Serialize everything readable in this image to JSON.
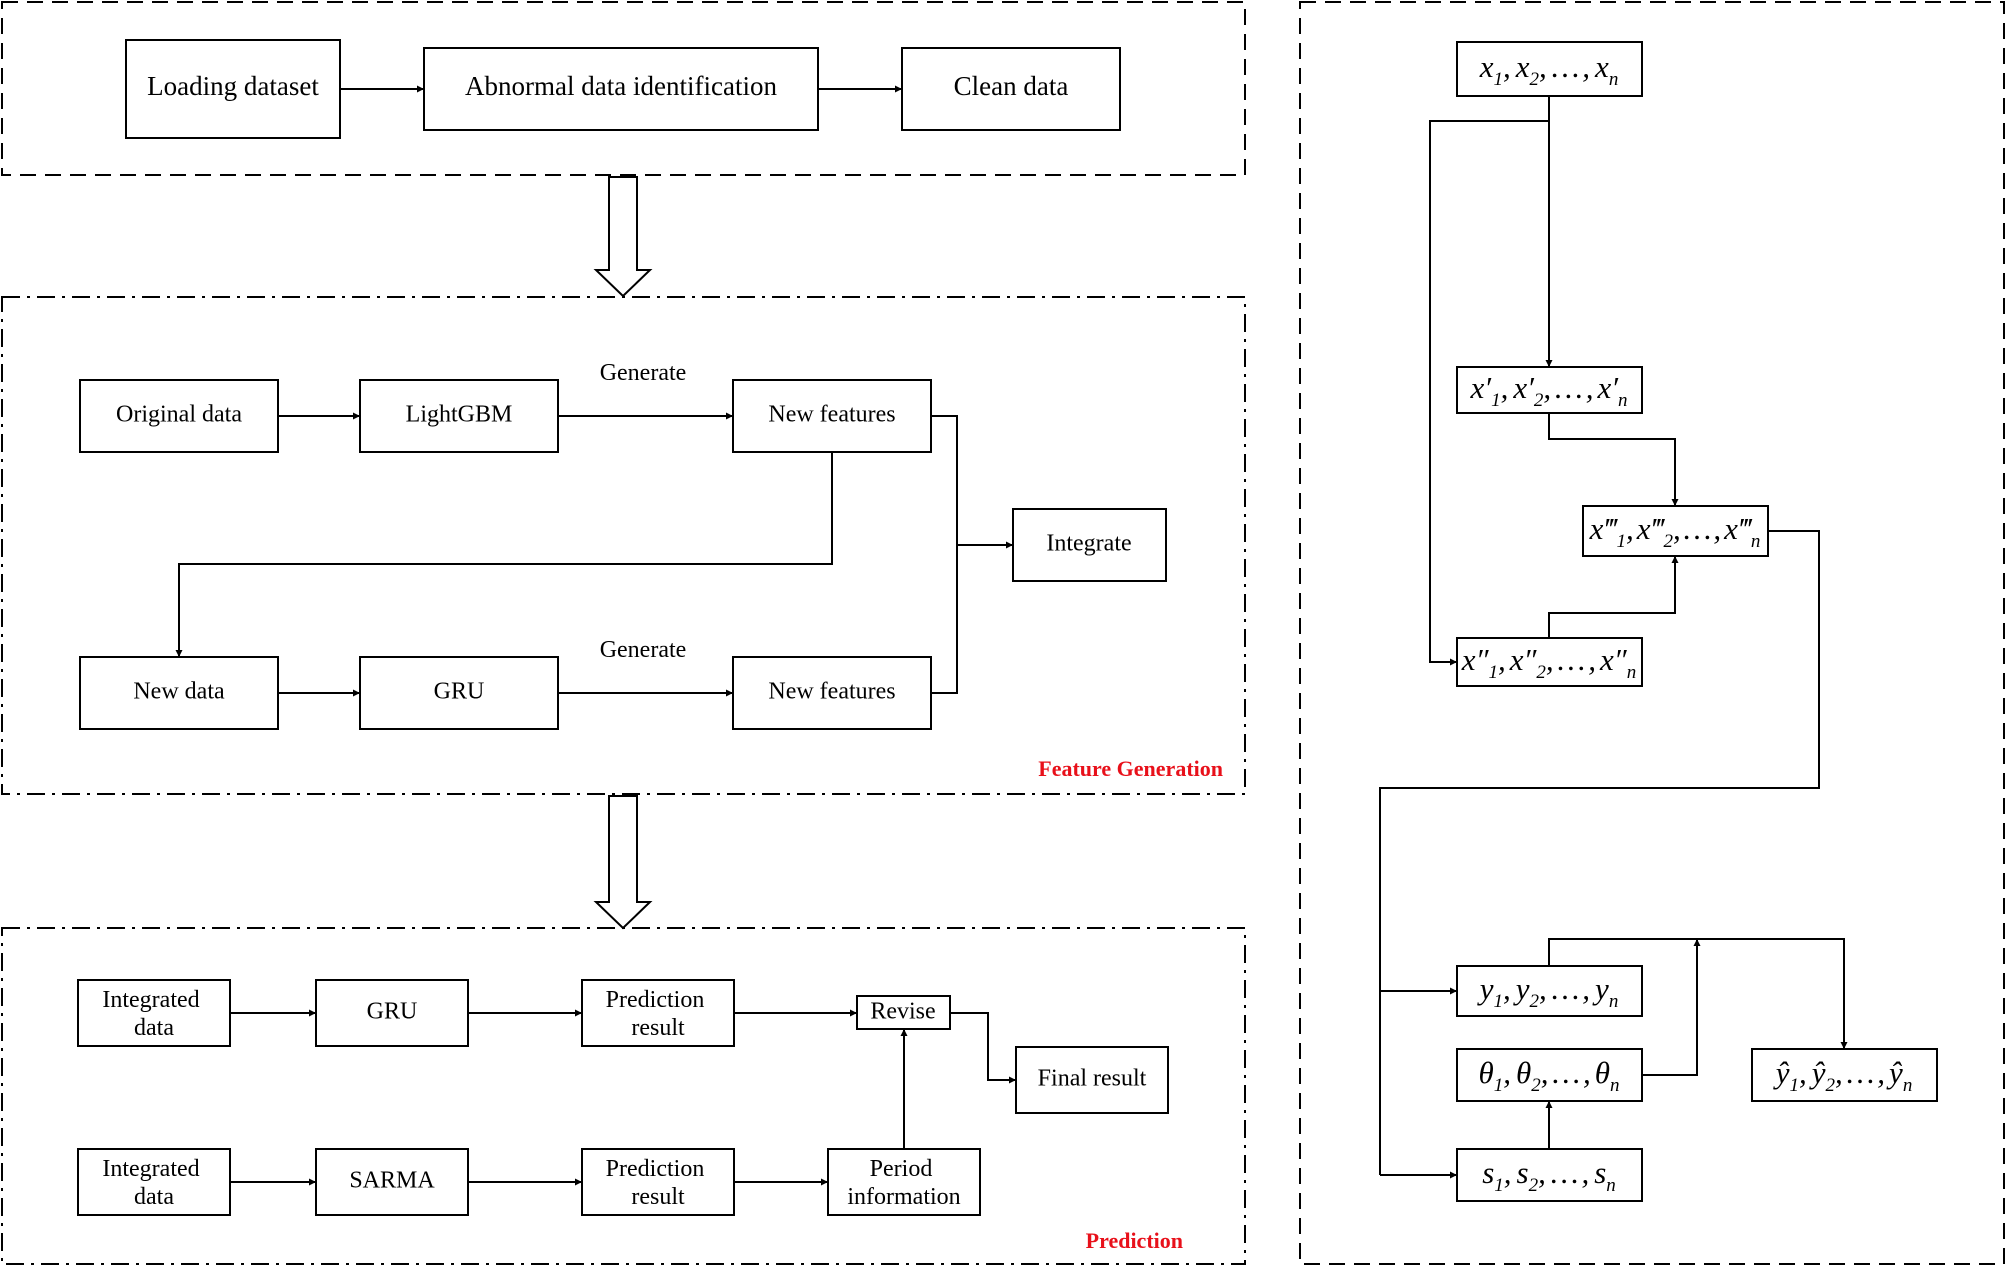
{
  "diagram": {
    "preprocess": {
      "loading": "Loading dataset",
      "abnormal": "Abnormal data identification",
      "clean": "Clean data"
    },
    "feature_generation": {
      "section_label": "Feature Generation",
      "original": "Original data",
      "lightgbm": "LightGBM",
      "generate_top": "Generate",
      "new_features_top": "New features",
      "integrate": "Integrate",
      "new_data": "New data",
      "gru": "GRU",
      "generate_bottom": "Generate",
      "new_features_bottom": "New features"
    },
    "prediction": {
      "section_label": "Prediction",
      "integrated_a_l1": "Integrated",
      "integrated_a_l2": "data",
      "gru": "GRU",
      "pred_a_l1": "Prediction",
      "pred_a_l2": "result",
      "revise": "Revise",
      "final": "Final result",
      "integrated_b_l1": "Integrated",
      "integrated_b_l2": "data",
      "sarma": "SARMA",
      "pred_b_l1": "Prediction",
      "pred_b_l2": "result",
      "period_l1": "Period",
      "period_l2": "information"
    },
    "sequence": {
      "x": "x",
      "y": "y",
      "theta": "θ",
      "s": "s",
      "y_hat": "ŷ",
      "sub_1": "1",
      "sub_2": "2",
      "sub_n": "n",
      "sep": ",",
      "ellipsis": "…",
      "prime_1": "′",
      "prime_2": "″",
      "prime_3": "‴"
    }
  }
}
